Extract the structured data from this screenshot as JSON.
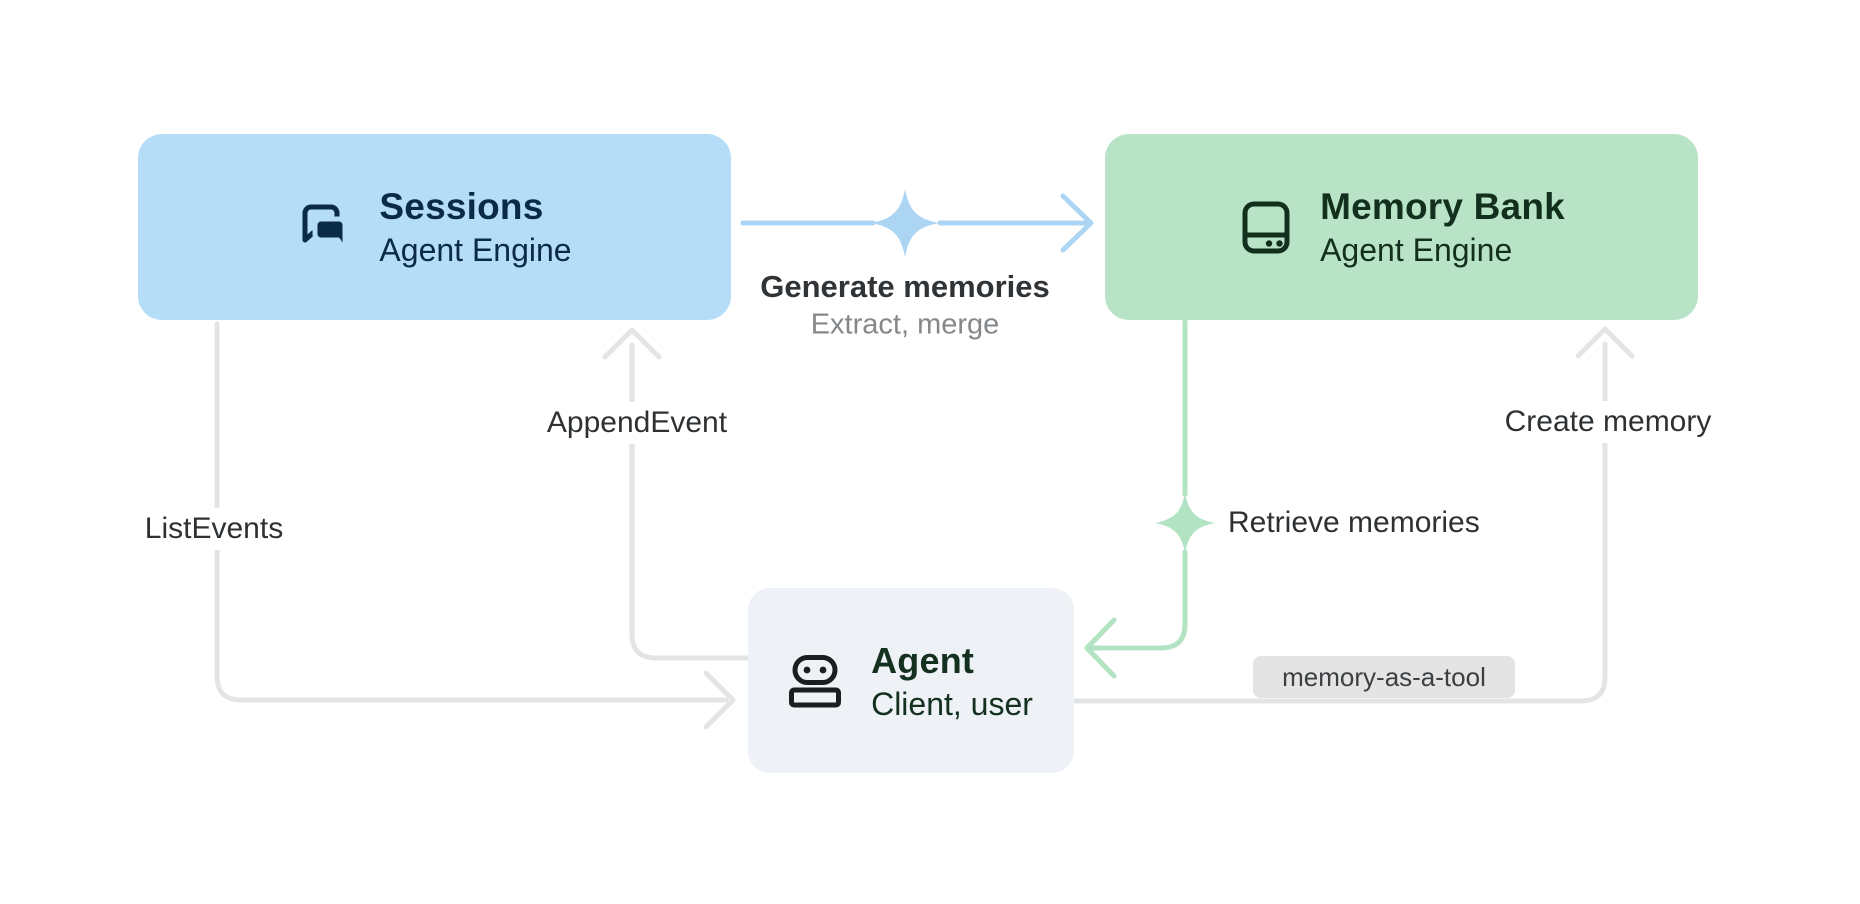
{
  "diagram": {
    "background": "#ffffff",
    "nodes": {
      "sessions": {
        "title": "Sessions",
        "subtitle": "Agent Engine",
        "icon": "chat-bubbles-icon",
        "fill": "#b6ddf7",
        "text_color": "#0a2b47"
      },
      "memory_bank": {
        "title": "Memory Bank",
        "subtitle": "Agent Engine",
        "icon": "memory-bank-drive-icon",
        "fill": "#b9e3c7",
        "text_color": "#13301f"
      },
      "agent": {
        "title": "Agent",
        "subtitle": "Client, user",
        "icon": "robot-icon",
        "fill": "#eef1f5",
        "text_color": "#14301f"
      }
    },
    "edges": {
      "generate_memories": {
        "label": "Generate memories",
        "sublabel": "Extract, merge",
        "from": "Sessions",
        "to": "Memory Bank",
        "color": "#acd5f4",
        "decoration": "sparkle-icon"
      },
      "append_event": {
        "label": "AppendEvent",
        "from": "Agent",
        "to": "Sessions",
        "color": "#e3e4e6"
      },
      "list_events": {
        "label": "ListEvents",
        "from": "Sessions",
        "to": "Agent",
        "color": "#e3e4e6"
      },
      "retrieve_memories": {
        "label": "Retrieve memories",
        "from": "Memory Bank",
        "to": "Agent",
        "color": "#b2e3c2",
        "decoration": "sparkle-icon"
      },
      "create_memory": {
        "label": "Create memory",
        "badge": "memory-as-a-tool",
        "from": "Agent",
        "to": "Memory Bank",
        "color": "#e3e4e6"
      }
    }
  }
}
